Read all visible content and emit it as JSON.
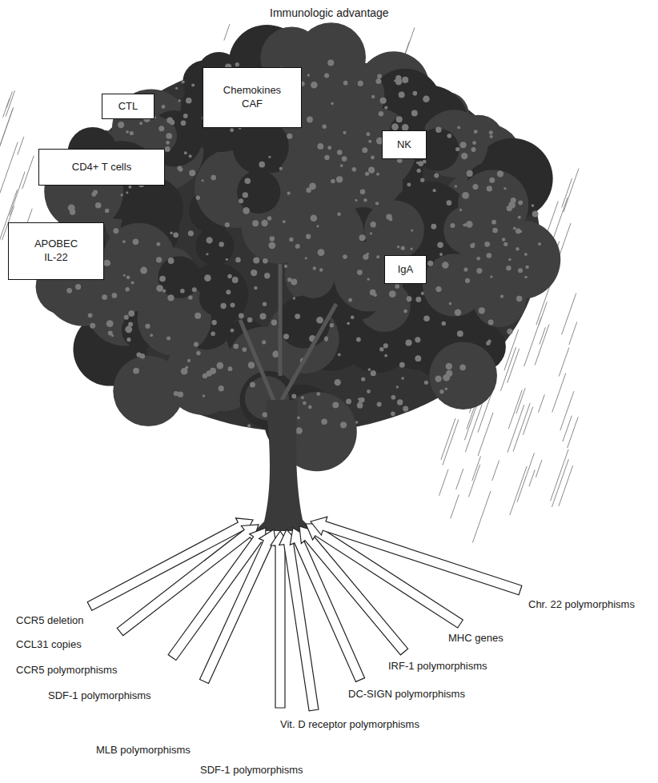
{
  "diagram": {
    "title": "Immunologic advantage",
    "nodes": [
      {
        "text": [
          "CTL"
        ]
      },
      {
        "text": [
          "Chemokines CAF"
        ]
      },
      {
        "text": [
          "CD4+ T cells"
        ]
      },
      {
        "text": [
          "NK"
        ]
      },
      {
        "text": [
          "APOBEC IL-22"
        ]
      },
      {
        "text": [
          "IgA"
        ]
      }
    ],
    "labels": [
      "Chr. 22 polymorphisms",
      "CCR5 deletion",
      "MHC genes",
      "CCL31 copies",
      "IRF-1 polymorphisms",
      "CCR5 polymorphisms",
      "DC-SIGN polymorphisms",
      "SDF-1 polymorphisms",
      "Vit. D receptor polymorphisms",
      "MLB polymorphisms",
      "SDF-1 polymorphisms"
    ]
  }
}
